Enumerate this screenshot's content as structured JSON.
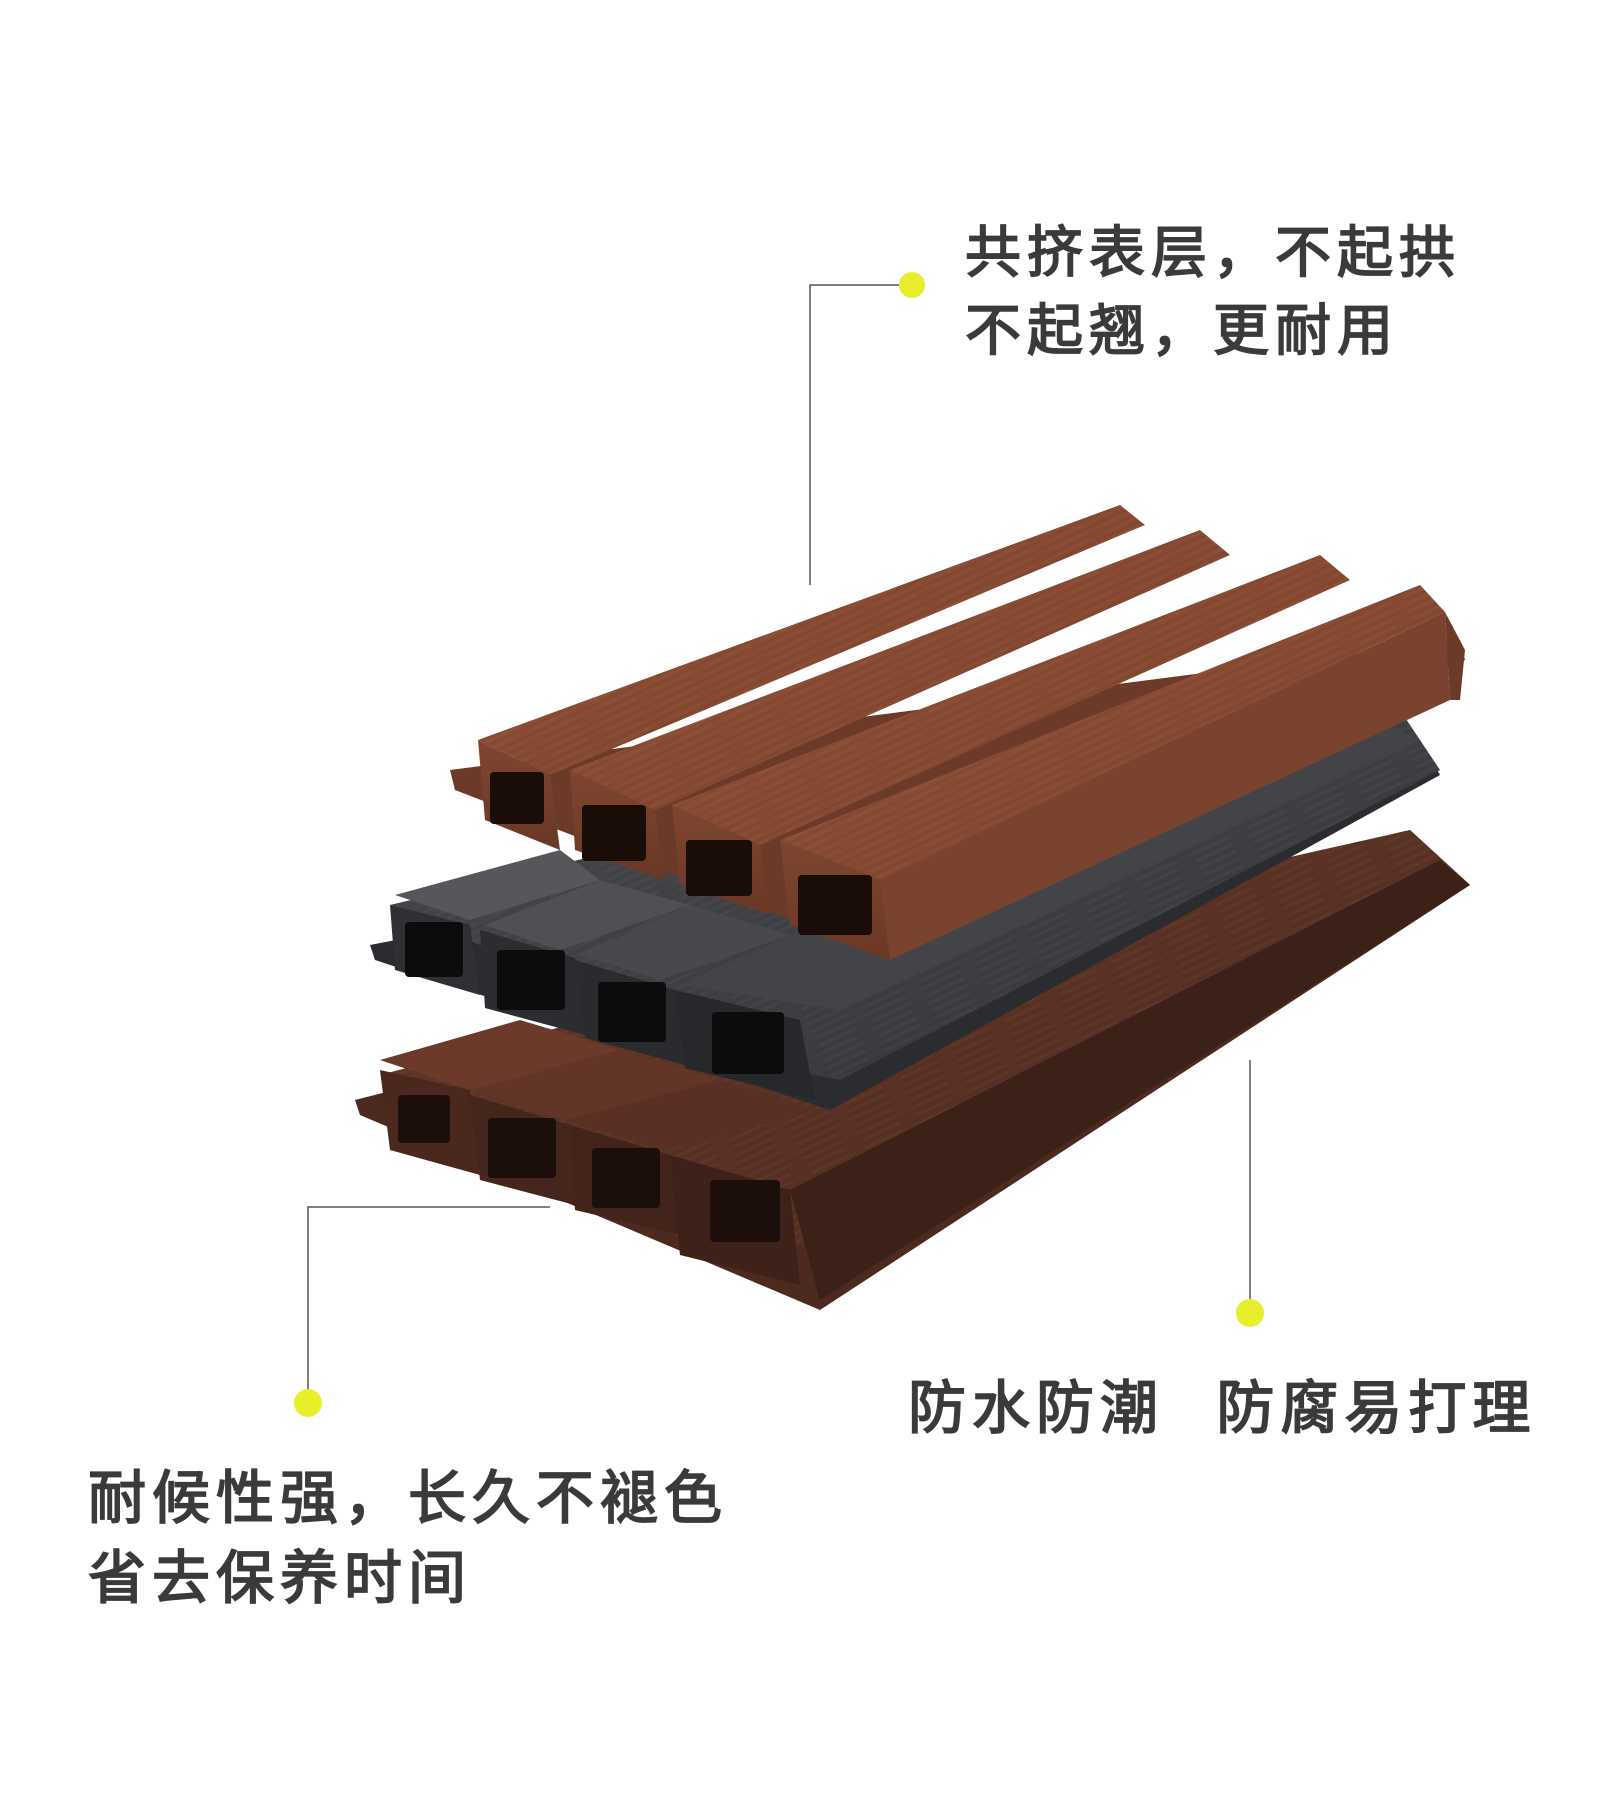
{
  "callouts": {
    "top": {
      "line1": "共挤表层，不起拱",
      "line2": "不起翘，更耐用"
    },
    "right": {
      "line1": "防水防潮  防腐易打理"
    },
    "left": {
      "line1": "耐候性强，长久不褪色",
      "line2": "省去保养时间"
    }
  },
  "colors": {
    "marker_dot": "#e6ef2a",
    "leader_line": "#555555",
    "text": "#3a3a3a",
    "panel_top_wood": "#8a4a32",
    "panel_middle_gray": "#3e3f42",
    "panel_bottom_wood": "#5a3226"
  },
  "image": {
    "subject": "stacked co-extruded wood-plastic composite wall panels (top: light brown wood grain, middle: charcoal gray, bottom: dark brown)"
  }
}
